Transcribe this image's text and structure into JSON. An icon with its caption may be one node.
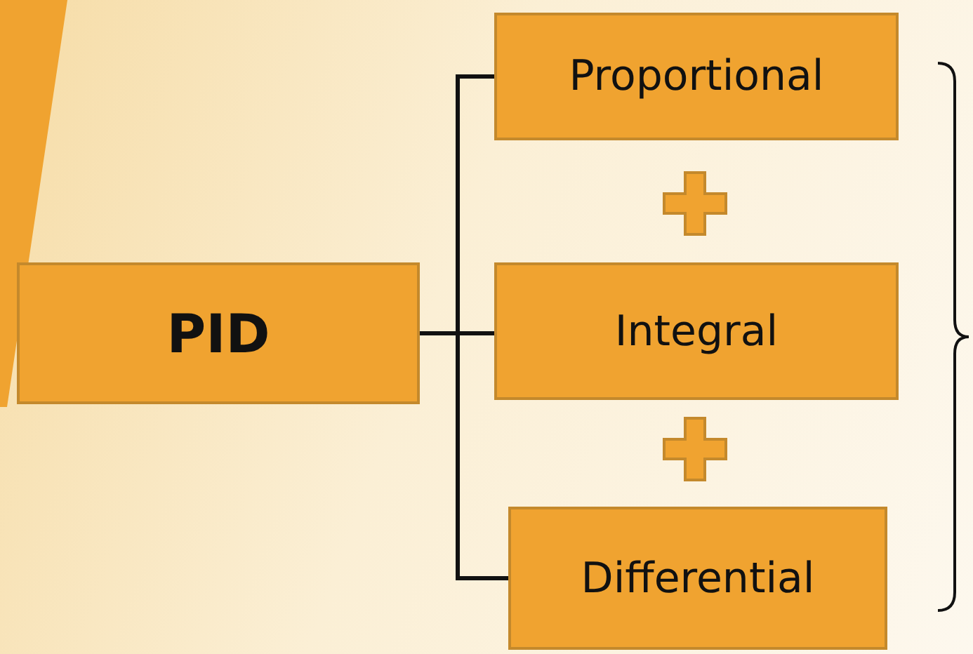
{
  "diagram": {
    "nodes": [
      {
        "text": [
          "PID"
        ]
      },
      {
        "text": [
          "Proportional"
        ]
      },
      {
        "text": [
          "Integral"
        ]
      },
      {
        "text": [
          "Differential"
        ]
      }
    ],
    "edges": [
      {
        "from": 0,
        "to": 1,
        "arrow": "none"
      },
      {
        "from": 0,
        "to": 2,
        "arrow": "none"
      },
      {
        "from": 0,
        "to": 3,
        "arrow": "none"
      }
    ]
  }
}
